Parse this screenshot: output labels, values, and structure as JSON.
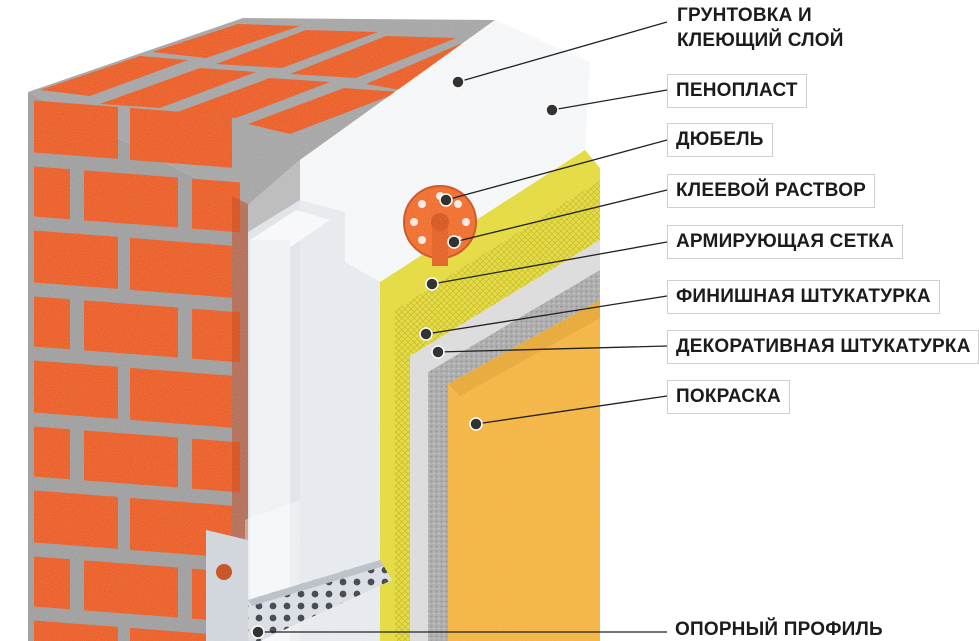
{
  "colors": {
    "brick": "#ea5a22",
    "mortar": "#9c9c9c",
    "foam": "#eceff2",
    "glue": "#e3d93a",
    "mesh": "#e6e6e6",
    "finish_plaster": "#a9a9a9",
    "decor_plaster": "#f3b23d",
    "dowel": "#f06a28",
    "leader": "#222222"
  },
  "labels": [
    {
      "id": "primer",
      "lines": [
        "ГРУНТОВКА И",
        "КЛЕЮЩИЙ СЛОЙ"
      ]
    },
    {
      "id": "foam",
      "lines": [
        "ПЕНОПЛАСТ"
      ]
    },
    {
      "id": "dowel",
      "lines": [
        "ДЮБЕЛЬ"
      ]
    },
    {
      "id": "glue",
      "lines": [
        "КЛЕЕВОЙ РАСТВОР"
      ]
    },
    {
      "id": "mesh",
      "lines": [
        "АРМИРУЮЩАЯ СЕТКА"
      ]
    },
    {
      "id": "finish",
      "lines": [
        "ФИНИШНАЯ ШТУКАТУРКА"
      ]
    },
    {
      "id": "decor",
      "lines": [
        "ДЕКОРАТИВНАЯ ШТУКАТУРКА"
      ]
    },
    {
      "id": "paint",
      "lines": [
        "ПОКРАСКА"
      ]
    },
    {
      "id": "profile",
      "lines": [
        "ОПОРНЫЙ ПРОФИЛЬ"
      ]
    }
  ]
}
